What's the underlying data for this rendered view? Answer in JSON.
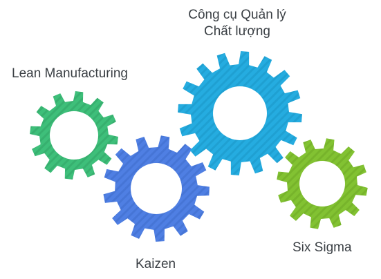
{
  "gears": [
    {
      "id": "lean",
      "label_lines": [
        "Lean Manufacturing"
      ],
      "color": "#3ebf7a",
      "stripe": "#37b06f"
    },
    {
      "id": "kaizen",
      "label_lines": [
        "Kaizen"
      ],
      "color": "#4f7fe3",
      "stripe": "#4675d6"
    },
    {
      "id": "quality_tools",
      "label_lines": [
        "Công cụ Quản lý",
        "Chất lượng"
      ],
      "color": "#25ace0",
      "stripe": "#1fa0d2"
    },
    {
      "id": "six_sigma",
      "label_lines": [
        "Six Sigma"
      ],
      "color": "#82c232",
      "stripe": "#77b42b"
    }
  ],
  "label_color": "#3a3f44"
}
